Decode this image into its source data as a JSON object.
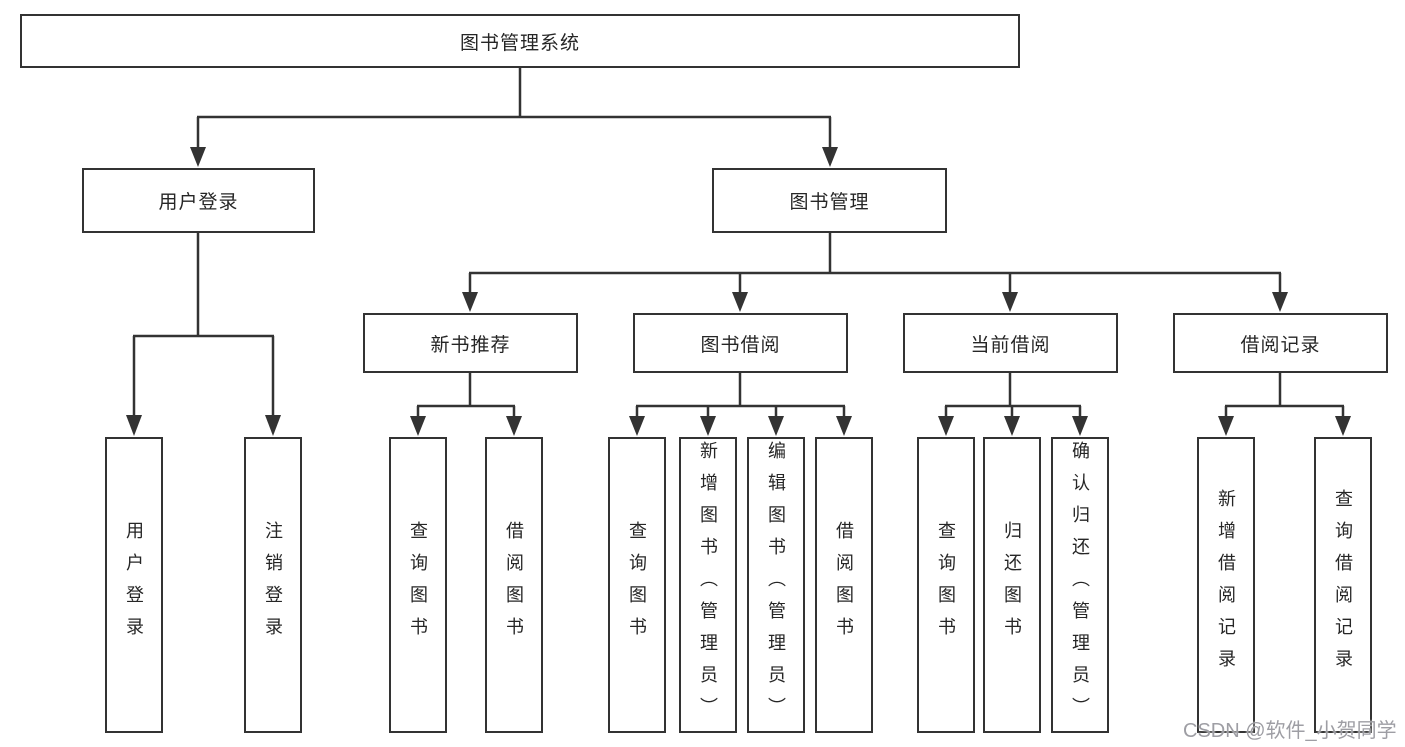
{
  "diagram": {
    "root": {
      "label": "图书管理系统"
    },
    "branches": [
      {
        "label": "用户登录",
        "children": [
          {
            "label": "用户登录"
          },
          {
            "label": "注销登录"
          }
        ]
      },
      {
        "label": "图书管理",
        "children": [
          {
            "label": "新书推荐",
            "children": [
              {
                "label": "查询图书"
              },
              {
                "label": "借阅图书"
              }
            ]
          },
          {
            "label": "图书借阅",
            "children": [
              {
                "label": "查询图书"
              },
              {
                "label": "新增图书（管理员）"
              },
              {
                "label": "编辑图书（管理员）"
              },
              {
                "label": "借阅图书"
              }
            ]
          },
          {
            "label": "当前借阅",
            "children": [
              {
                "label": "查询图书"
              },
              {
                "label": "归还图书"
              },
              {
                "label": "确认归还（管理员）"
              }
            ]
          },
          {
            "label": "借阅记录",
            "children": [
              {
                "label": "新增借阅记录"
              },
              {
                "label": "查询借阅记录"
              }
            ]
          }
        ]
      }
    ]
  },
  "watermark": {
    "text": "CSDN @软件_小贺同学"
  },
  "colors": {
    "line": "#333333",
    "box_border": "#333333",
    "text": "#262626",
    "watermark": "#9e9ea4",
    "background": "#ffffff"
  }
}
